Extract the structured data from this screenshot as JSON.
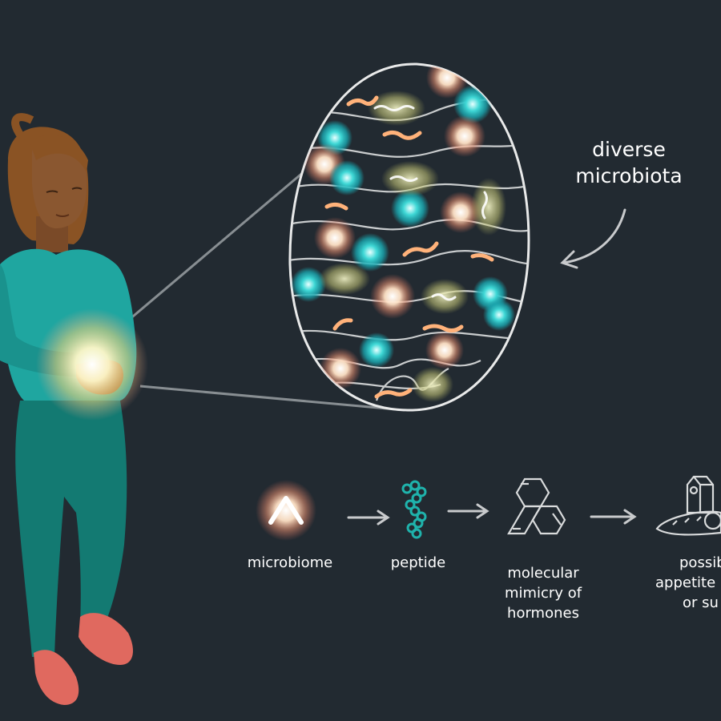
{
  "heading": {
    "line1": "diverse",
    "line2": "microbiota"
  },
  "pathway": {
    "steps": [
      {
        "label_lines": [
          "microbiome"
        ]
      },
      {
        "label_lines": [
          "peptide"
        ]
      },
      {
        "label_lines": [
          "molecular",
          "mimicry of",
          "hormones"
        ]
      },
      {
        "label_lines": [
          "possib",
          "appetite",
          "or su"
        ]
      }
    ]
  },
  "colors": {
    "background": "#222a31",
    "shirt": "#1fa6a0",
    "pants": "#137a72",
    "shoes": "#e0695f",
    "skin": "#8a5730",
    "hair": "#8a5324",
    "teal_microbe": "#2ed0cf",
    "orange_microbe": "#ff9a55",
    "yellow_microbe": "#d7d68a",
    "glow": "#fff6c8"
  },
  "icons": [
    "woman-figure",
    "gut-glow",
    "microbiota-egg",
    "microbe-icon",
    "peptide-chain-icon",
    "phenanthrene-molecule-icon",
    "food-icon",
    "arrow-icon"
  ]
}
